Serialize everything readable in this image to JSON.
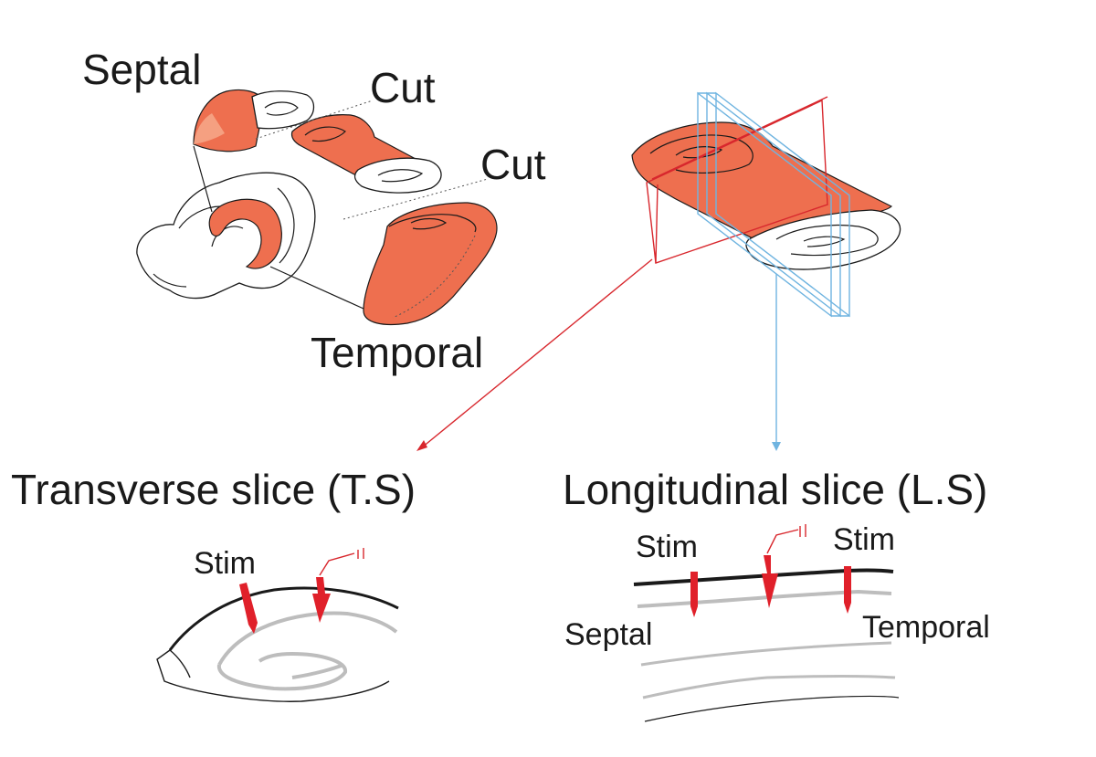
{
  "labels": {
    "septal_top": "Septal",
    "cut_1": "Cut",
    "cut_2": "Cut",
    "temporal_top": "Temporal",
    "transverse_title": "Transverse slice (T.S)",
    "longitudinal_title": "Longitudinal slice (L.S)",
    "ts_stim": "Stim",
    "ls_stim_left": "Stim",
    "ls_stim_right": "Stim",
    "ls_septal": "Septal",
    "ls_temporal": "Temporal"
  },
  "colors": {
    "tissue": "#ee6f4f",
    "tissue_light": "#f5a081",
    "transverse_plane": "#d8272d",
    "longitudinal_plane": "#6fb4e0",
    "electrode": "#e0202a",
    "layer_gray": "#bdbdbd"
  },
  "icons": {
    "stim_electrode": "stimulating-electrode-icon",
    "recording_electrode": "recording-electrode-icon"
  }
}
